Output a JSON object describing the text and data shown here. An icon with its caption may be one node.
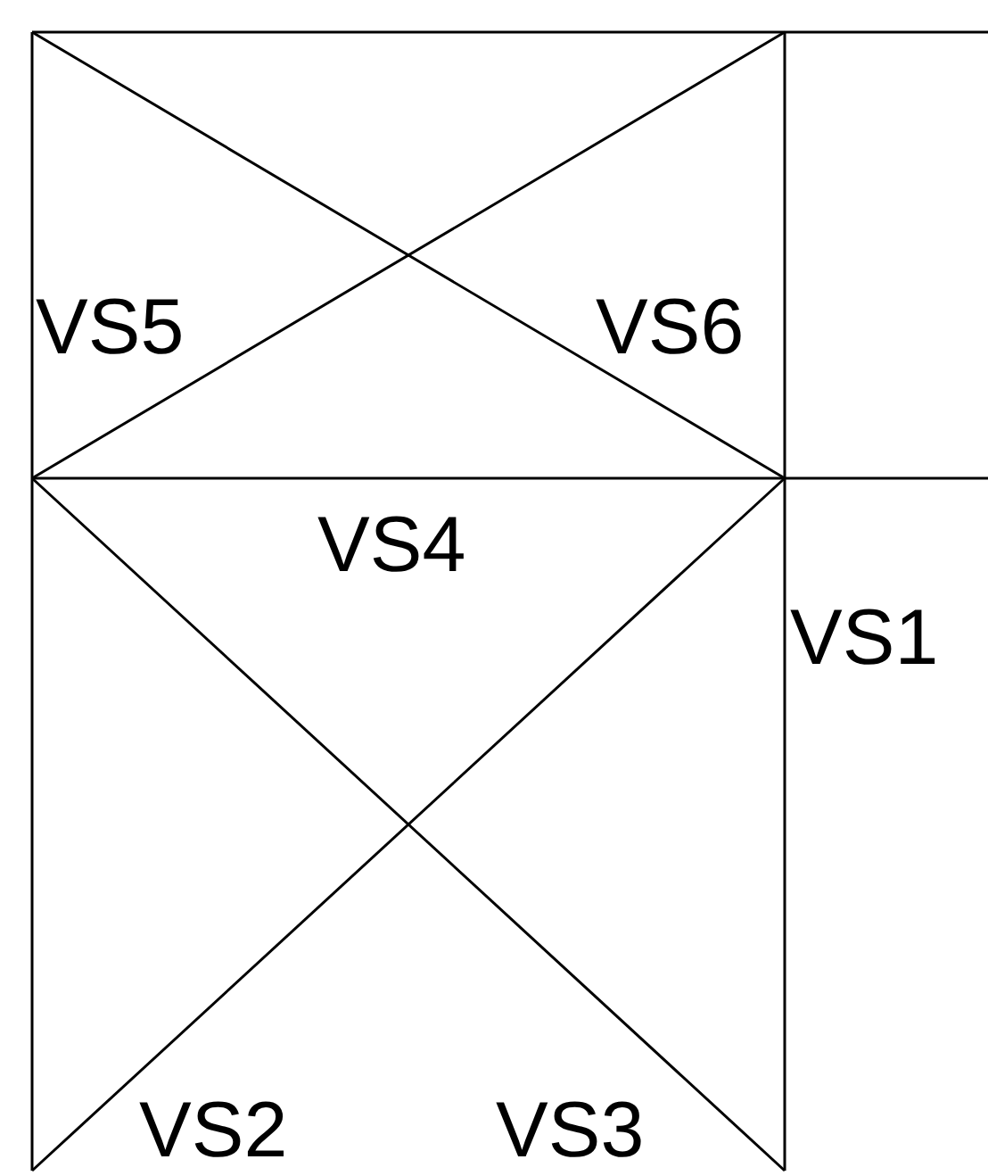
{
  "diagram": {
    "labels": [
      "VS5",
      "VS6",
      "VS4",
      "VS1",
      "VS2",
      "VS3"
    ]
  }
}
